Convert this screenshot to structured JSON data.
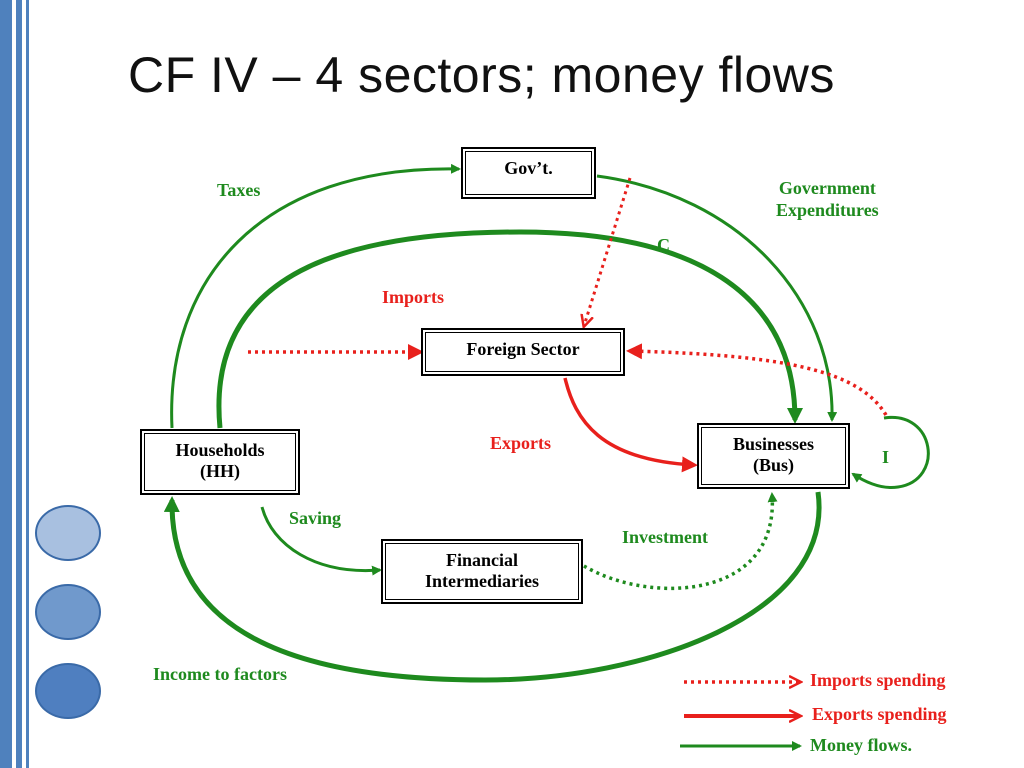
{
  "slide": {
    "title": "CF IV – 4 sectors; money flows"
  },
  "colors": {
    "money": "#1e8a1e",
    "imports": "#e8201c",
    "exports": "#e8201c",
    "accent_bar": "#4f81bd",
    "circle_light": "#a8c0e0",
    "circle_mid": "#7099cc",
    "circle_dark": "#4f7fc0"
  },
  "nodes": {
    "government": "Gov’t.",
    "foreign_sector": "Foreign Sector",
    "households": [
      "Households",
      "(HH)"
    ],
    "businesses": [
      "Businesses",
      "(Bus)"
    ],
    "financial": [
      "Financial",
      "Intermediaries"
    ]
  },
  "flows": {
    "taxes": "Taxes",
    "government_expenditures": [
      "Government",
      "Expenditures"
    ],
    "consumption": "C",
    "imports": "Imports",
    "exports": "Exports",
    "investment_self": "I",
    "saving": "Saving",
    "investment": "Investment",
    "income_to_factors": "Income to factors"
  },
  "legend": [
    {
      "style": "dotted-red",
      "label": "Imports spending"
    },
    {
      "style": "solid-red",
      "label": "Exports spending"
    },
    {
      "style": "solid-green",
      "label": "Money flows."
    }
  ]
}
